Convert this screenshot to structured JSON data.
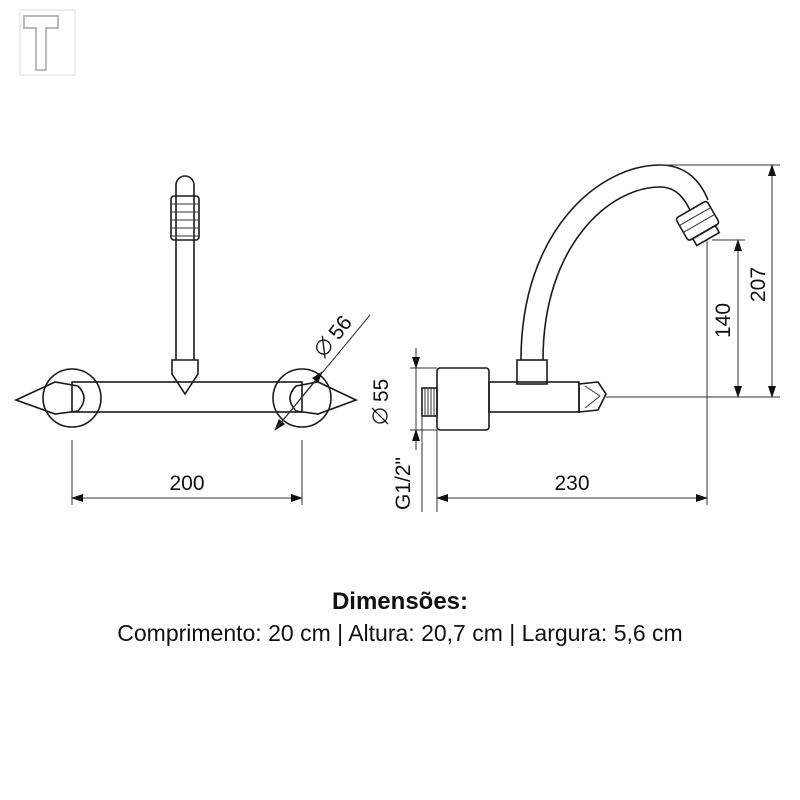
{
  "dimensions": {
    "width_front": "200",
    "diameter_handle": "56",
    "diameter_flange": "55",
    "thread": "G1/2\"",
    "reach": "230",
    "height_outlet": "140",
    "height_total": "207"
  },
  "caption": {
    "title": "Dimensões:",
    "details": "Comprimento: 20 cm | Altura: 20,7 cm | Largura: 5,6 cm"
  }
}
